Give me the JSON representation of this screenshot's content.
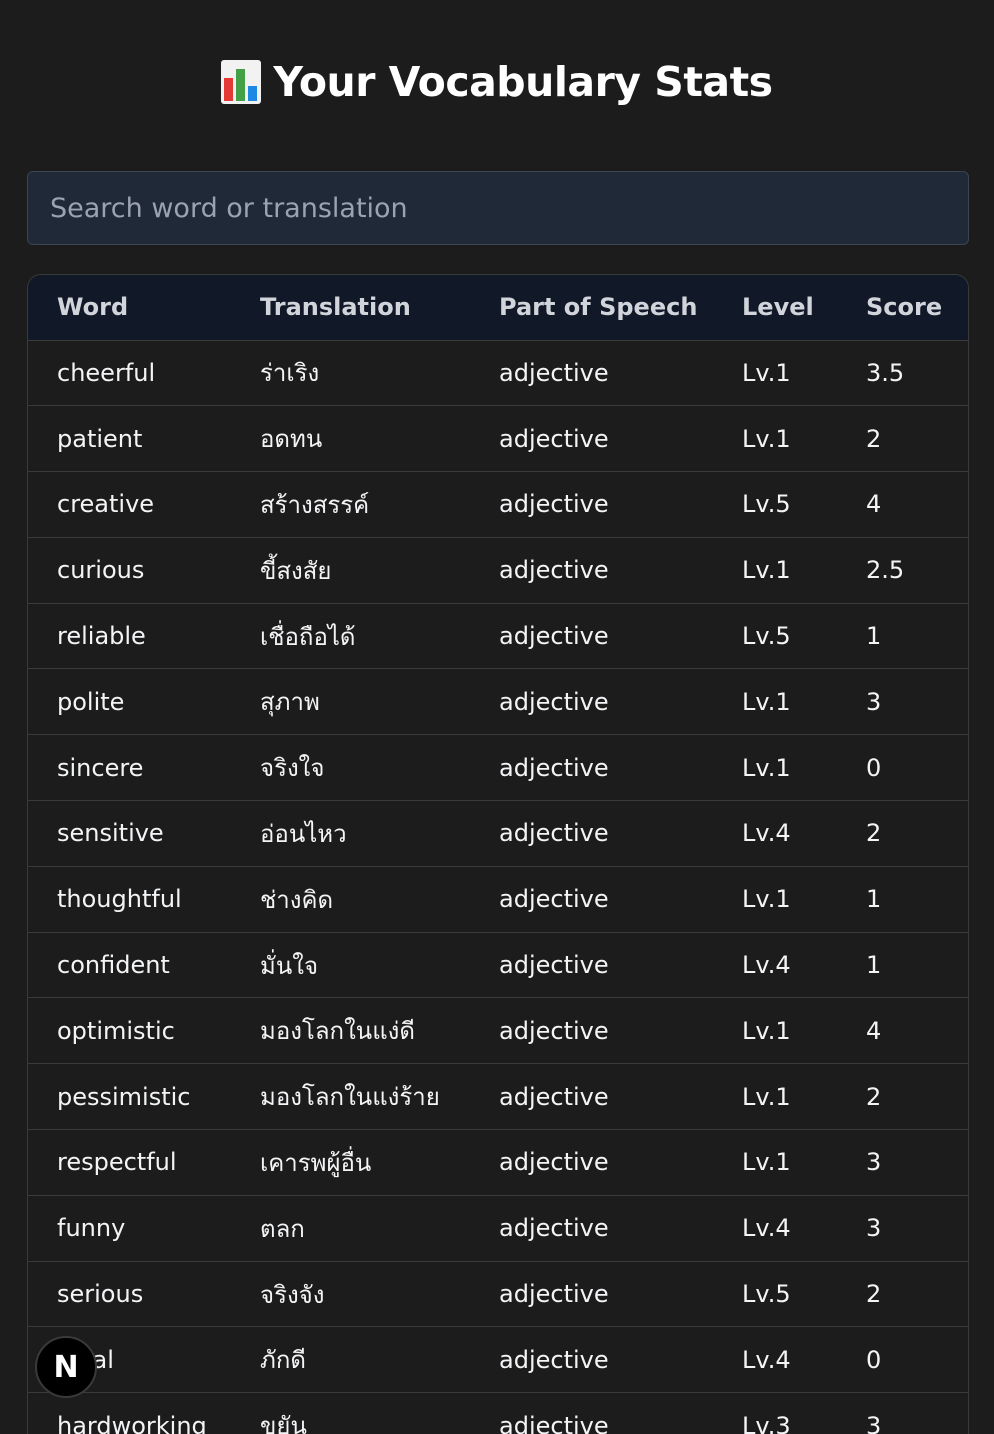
{
  "header": {
    "title": "Your Vocabulary Stats",
    "icon": "bar-chart-icon"
  },
  "search": {
    "placeholder": "Search word or translation",
    "value": ""
  },
  "table": {
    "columns": [
      "Word",
      "Translation",
      "Part of Speech",
      "Level",
      "Score"
    ],
    "rows": [
      [
        "cheerful",
        "ร่าเริง",
        "adjective",
        "Lv.1",
        "3.5"
      ],
      [
        "patient",
        "อดทน",
        "adjective",
        "Lv.1",
        "2"
      ],
      [
        "creative",
        "สร้างสรรค์",
        "adjective",
        "Lv.5",
        "4"
      ],
      [
        "curious",
        "ขี้สงสัย",
        "adjective",
        "Lv.1",
        "2.5"
      ],
      [
        "reliable",
        "เชื่อถือได้",
        "adjective",
        "Lv.5",
        "1"
      ],
      [
        "polite",
        "สุภาพ",
        "adjective",
        "Lv.1",
        "3"
      ],
      [
        "sincere",
        "จริงใจ",
        "adjective",
        "Lv.1",
        "0"
      ],
      [
        "sensitive",
        "อ่อนไหว",
        "adjective",
        "Lv.4",
        "2"
      ],
      [
        "thoughtful",
        "ช่างคิด",
        "adjective",
        "Lv.1",
        "1"
      ],
      [
        "confident",
        "มั่นใจ",
        "adjective",
        "Lv.4",
        "1"
      ],
      [
        "optimistic",
        "มองโลกในแง่ดี",
        "adjective",
        "Lv.1",
        "4"
      ],
      [
        "pessimistic",
        "มองโลกในแง่ร้าย",
        "adjective",
        "Lv.1",
        "2"
      ],
      [
        "respectful",
        "เคารพผู้อื่น",
        "adjective",
        "Lv.1",
        "3"
      ],
      [
        "funny",
        "ตลก",
        "adjective",
        "Lv.4",
        "3"
      ],
      [
        "serious",
        "จริงจัง",
        "adjective",
        "Lv.5",
        "2"
      ],
      [
        "loyal",
        "ภักดี",
        "adjective",
        "Lv.4",
        "0"
      ],
      [
        "hardworking",
        "ขยัน",
        "adjective",
        "Lv.3",
        "3"
      ]
    ]
  },
  "fab": {
    "label": "N",
    "icon": "nextjs-logo-icon"
  },
  "colors": {
    "background": "#1c1c1c",
    "header_row": "#111827",
    "search_bg": "#1f2937"
  }
}
